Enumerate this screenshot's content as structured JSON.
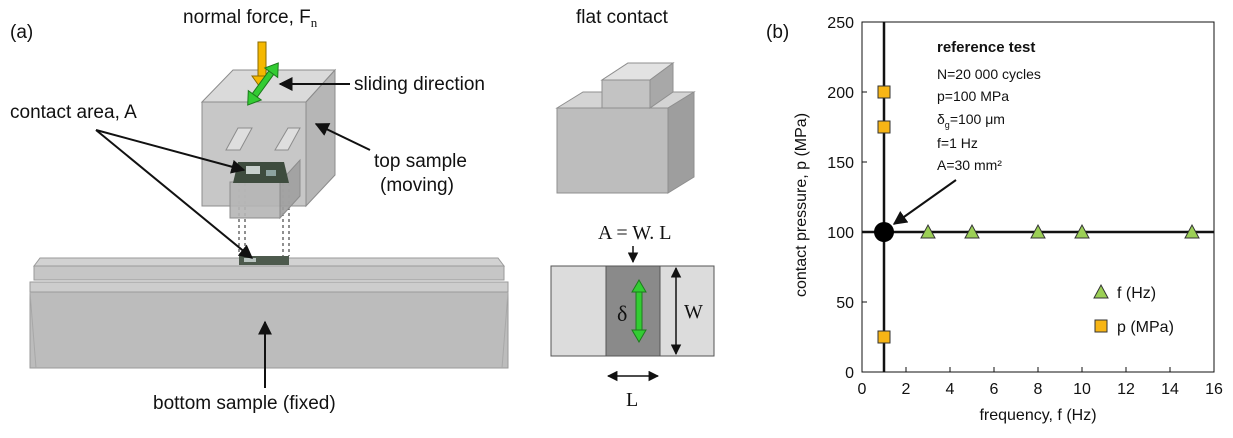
{
  "panel_a": {
    "label": "(a)",
    "normal_force": "normal force, F",
    "normal_force_sub": "n",
    "sliding_direction": "sliding direction",
    "contact_area": "contact area, A",
    "top_sample_line1": "top sample",
    "top_sample_line2": "(moving)",
    "bottom_sample": "bottom sample (fixed)"
  },
  "flat_contact": {
    "title": "flat contact",
    "formula": "A = W. L",
    "delta": "δ",
    "w": "W",
    "l": "L"
  },
  "colors": {
    "arrow_force": "#f5b800",
    "arrow_sliding": "#33cc33",
    "series_f": "#9bcf55",
    "series_p": "#f7b515",
    "block_gray": "#b3b3b3",
    "dark_gray": "#808080"
  },
  "chart_data": {
    "type": "scatter",
    "panel_label": "(b)",
    "xlabel": "frequency, f (Hz)",
    "ylabel": "contact pressure, p (MPa)",
    "xlim": [
      0,
      16
    ],
    "ylim": [
      0,
      250
    ],
    "x_ticks": [
      "0",
      "2",
      "4",
      "6",
      "8",
      "10",
      "12",
      "14",
      "16"
    ],
    "y_ticks": [
      "0",
      "50",
      "100",
      "150",
      "200",
      "250"
    ],
    "reference_lines": {
      "x": 1,
      "y": 100
    },
    "reference_point": {
      "x": 1,
      "y": 100
    },
    "series": [
      {
        "name": "f (Hz)",
        "marker": "triangle",
        "points": [
          [
            3,
            100
          ],
          [
            5,
            100
          ],
          [
            8,
            100
          ],
          [
            10,
            100
          ],
          [
            15,
            100
          ]
        ]
      },
      {
        "name": "p (MPa)",
        "marker": "square",
        "points": [
          [
            1,
            25
          ],
          [
            1,
            175
          ],
          [
            1,
            200
          ]
        ]
      }
    ],
    "legend_position": "bottom-right",
    "annotation": {
      "title": "reference test",
      "lines": [
        "N=20 000 cycles",
        "p=100 MPa",
        "δ",
        "=100 μm",
        "f=1 Hz",
        "A=30 mm²"
      ],
      "delta_sub": "g"
    }
  }
}
